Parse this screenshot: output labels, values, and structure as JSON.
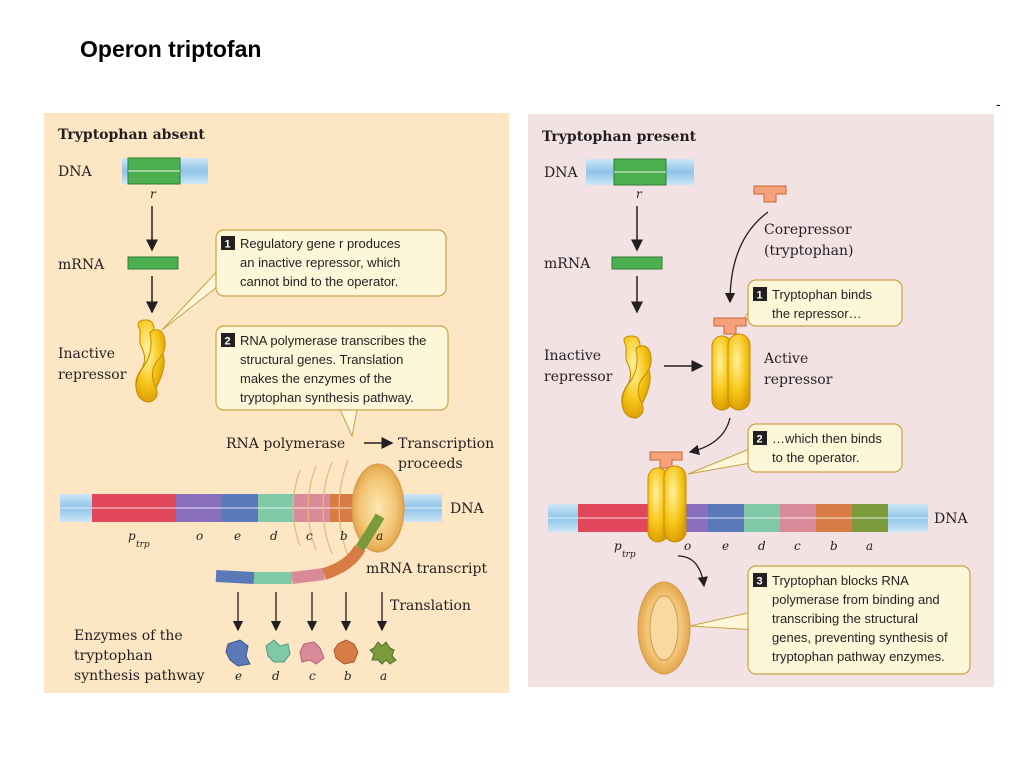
{
  "title": "Operon triptofan",
  "dash_mark": "-",
  "left_panel": {
    "heading": "Tryptophan absent",
    "dna_label": "DNA",
    "r_label": "r",
    "mrna_label": "mRNA",
    "inactive_repressor": [
      "Inactive",
      "repressor"
    ],
    "callout1_num": "1",
    "callout1": [
      "Regulatory gene r produces",
      "an inactive repressor, which",
      "cannot bind to the operator."
    ],
    "callout2_num": "2",
    "callout2": [
      "RNA polymerase transcribes the",
      "structural genes. Translation",
      "makes the enzymes of the",
      "tryptophan synthesis pathway."
    ],
    "rna_polymerase": "RNA polymerase",
    "transcription_proceeds": [
      "Transcription",
      "proceeds"
    ],
    "dna_right_label": "DNA",
    "gene_labels": [
      "p",
      "trp",
      "o",
      "e",
      "d",
      "c",
      "b",
      "a"
    ],
    "mrna_transcript": "mRNA transcript",
    "translation": "Translation",
    "enzymes_label": [
      "Enzymes of the",
      "tryptophan",
      "synthesis pathway"
    ],
    "enzyme_letters": [
      "e",
      "d",
      "c",
      "b",
      "a"
    ]
  },
  "right_panel": {
    "heading": "Tryptophan present",
    "dna_label": "DNA",
    "r_label": "r",
    "mrna_label": "mRNA",
    "corepressor": [
      "Corepressor",
      "(tryptophan)"
    ],
    "callout1_num": "1",
    "callout1": [
      "Tryptophan binds",
      "the repressor…"
    ],
    "inactive_repressor": [
      "Inactive",
      "repressor"
    ],
    "active_repressor": [
      "Active",
      "repressor"
    ],
    "callout2_num": "2",
    "callout2": [
      "…which then binds",
      "to the operator."
    ],
    "dna_right_label": "DNA",
    "gene_labels": [
      "p",
      "trp",
      "o",
      "e",
      "d",
      "c",
      "b",
      "a"
    ],
    "callout3_num": "3",
    "callout3": [
      "Tryptophan blocks RNA",
      "polymerase from binding and",
      "transcribing the structural",
      "genes, preventing synthesis of",
      "tryptophan pathway enzymes."
    ]
  }
}
